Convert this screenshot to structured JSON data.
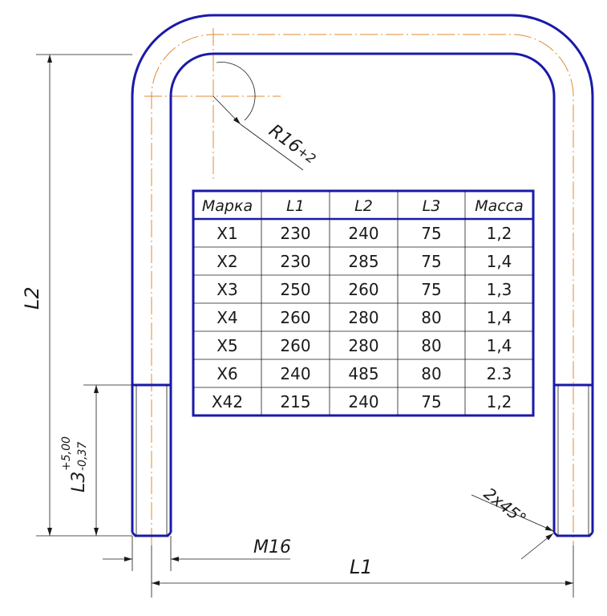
{
  "colors": {
    "outline": "#1a1aa8",
    "centerline": "#e08a30",
    "dimension": "#1a1a1a",
    "background": "#ffffff"
  },
  "dimensions": {
    "radius": "R16",
    "radius_tolerance": "+2",
    "height": "L2",
    "thread_length": "L3",
    "thread_tol_upper": "+5,00",
    "thread_tol_lower": "-0,37",
    "thread": "M16",
    "width": "L1",
    "chamfer": "2x45°"
  },
  "table": {
    "headers": [
      "Марка",
      "L1",
      "L2",
      "L3",
      "Масса"
    ],
    "rows": [
      [
        "X1",
        "230",
        "240",
        "75",
        "1,2"
      ],
      [
        "X2",
        "230",
        "285",
        "75",
        "1,4"
      ],
      [
        "X3",
        "250",
        "260",
        "75",
        "1,3"
      ],
      [
        "X4",
        "260",
        "280",
        "80",
        "1,4"
      ],
      [
        "X5",
        "260",
        "280",
        "80",
        "1,4"
      ],
      [
        "X6",
        "240",
        "485",
        "80",
        "2.3"
      ],
      [
        "X42",
        "215",
        "240",
        "75",
        "1,2"
      ]
    ]
  }
}
